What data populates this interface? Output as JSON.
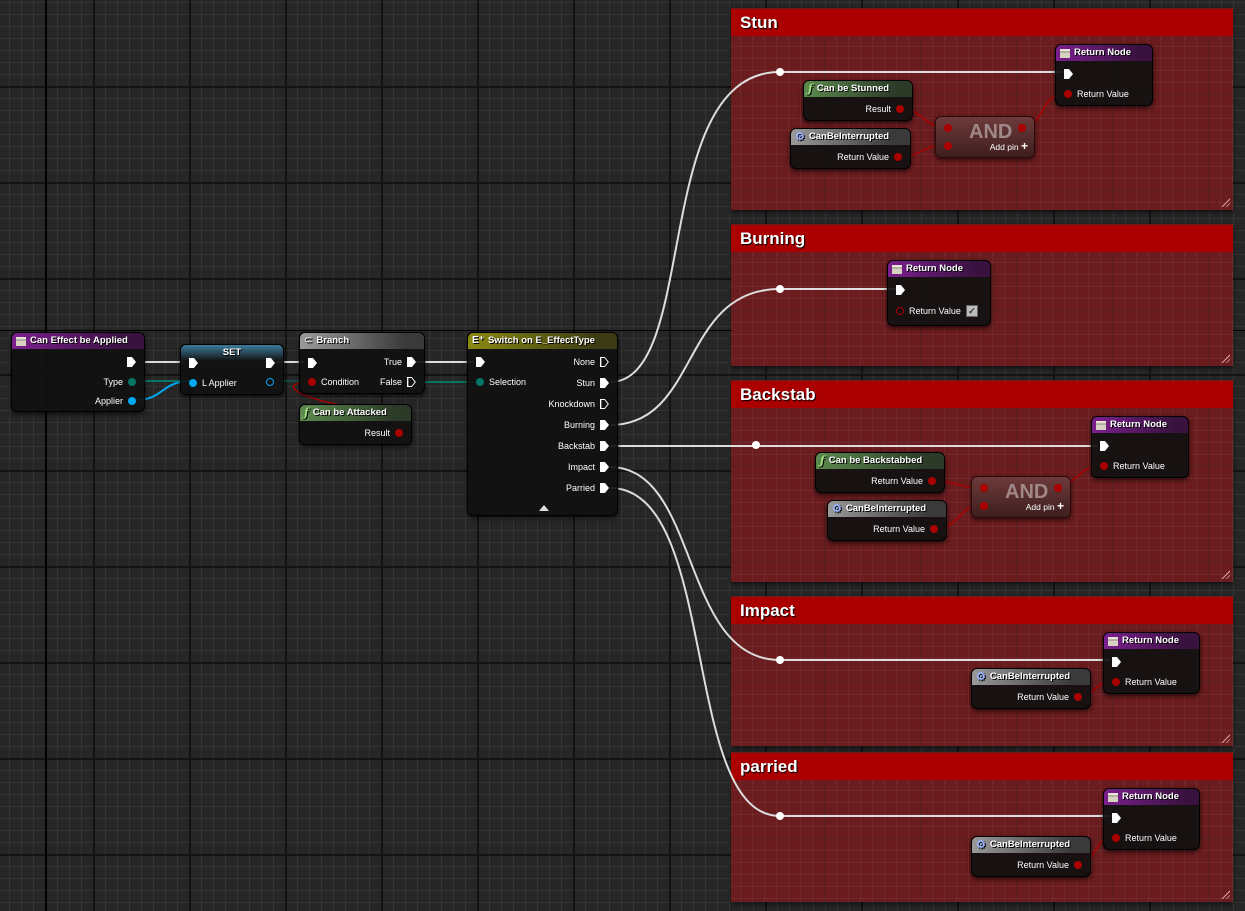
{
  "graph": {
    "entry_node": {
      "title": "Can Effect be Applied",
      "icon": "function-entry-icon",
      "pins": {
        "type": "Type",
        "applier": "Applier"
      }
    },
    "set_node": {
      "title": "SET",
      "pin": "L Applier"
    },
    "branch_node": {
      "title": "Branch",
      "icon": "branch-icon",
      "pins": {
        "condition": "Condition",
        "true": "True",
        "false": "False"
      }
    },
    "can_be_attacked_node": {
      "title": "Can be Attacked",
      "icon": "function-icon",
      "pin": "Result"
    },
    "switch_node": {
      "title": "Switch on E_EffectType",
      "icon": "switch-icon",
      "input_pin": "Selection",
      "outputs": [
        "None",
        "Stun",
        "Knockdown",
        "Burning",
        "Backstab",
        "Impact",
        "Parried"
      ]
    },
    "comments": [
      {
        "title": "Stun",
        "color": "#aa0000",
        "func_node": {
          "title": "Can be Stunned",
          "pin": "Result"
        },
        "interrupt_node": {
          "title": "CanBeInterrupted",
          "pin": "Return Value"
        },
        "and_node": {
          "label": "AND",
          "add_pin": "Add pin"
        },
        "return_node": {
          "title": "Return Node",
          "pin": "Return Value"
        }
      },
      {
        "title": "Burning",
        "color": "#aa0000",
        "return_node": {
          "title": "Return Node",
          "pin": "Return Value",
          "checked": true
        }
      },
      {
        "title": "Backstab",
        "color": "#aa0000",
        "func_node": {
          "title": "Can be Backstabbed",
          "pin": "Return Value"
        },
        "interrupt_node": {
          "title": "CanBeInterrupted",
          "pin": "Return Value"
        },
        "and_node": {
          "label": "AND",
          "add_pin": "Add pin"
        },
        "return_node": {
          "title": "Return Node",
          "pin": "Return Value"
        }
      },
      {
        "title": "Impact",
        "color": "#aa0000",
        "interrupt_node": {
          "title": "CanBeInterrupted",
          "pin": "Return Value"
        },
        "return_node": {
          "title": "Return Node",
          "pin": "Return Value"
        }
      },
      {
        "title": "parried",
        "color": "#aa0000",
        "interrupt_node": {
          "title": "CanBeInterrupted",
          "pin": "Return Value"
        },
        "return_node": {
          "title": "Return Node",
          "pin": "Return Value"
        }
      }
    ]
  },
  "colors": {
    "background": "#262626",
    "comment_header": "#aa0000",
    "exec_wire": "#dddddd",
    "bool_pin": "#aa0000",
    "enum_pin": "#057565",
    "object_pin": "#00a8f0"
  }
}
